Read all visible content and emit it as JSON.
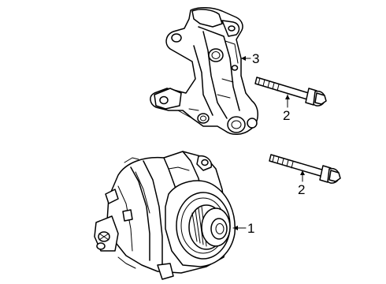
{
  "callouts": {
    "alternator": "1",
    "bolt_upper": "2",
    "bolt_lower": "2",
    "bracket": "3"
  }
}
